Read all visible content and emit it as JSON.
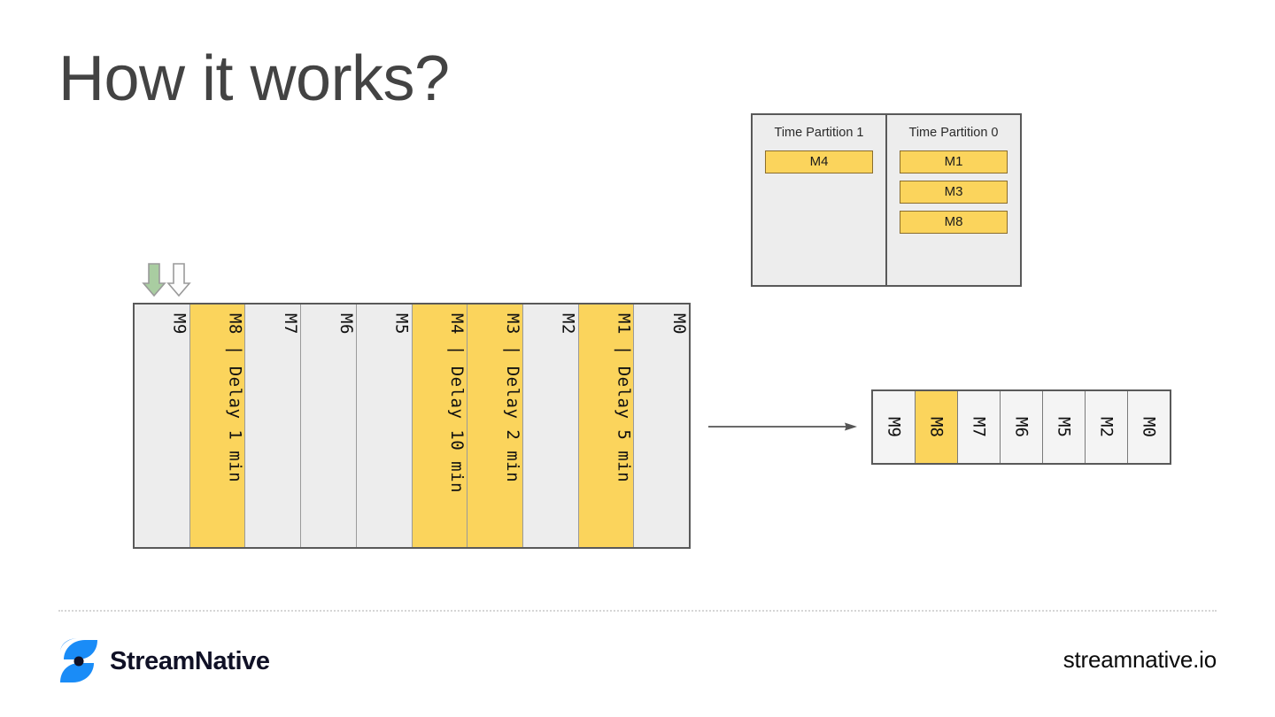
{
  "slide": {
    "title": "How it works?",
    "background_color": "#ffffff",
    "title_color": "#434343"
  },
  "colors": {
    "highlight_yellow": "#fbd45c",
    "cell_gray": "#ededed",
    "border_dark": "#595959",
    "chip_border": "#8a6d2e",
    "arrow_green": "#a9cda1",
    "brand_blue": "#1a8cf7",
    "brand_navy": "#101126"
  },
  "time_partitions": {
    "partitions": [
      {
        "title": "Time Partition 1",
        "messages": [
          "M4"
        ]
      },
      {
        "title": "Time Partition 0",
        "messages": [
          "M1",
          "M3",
          "M8"
        ]
      }
    ]
  },
  "ingress_arrows": [
    {
      "name": "arrow-green",
      "fill": "#a9cda1"
    },
    {
      "name": "arrow-white",
      "fill": "#ffffff"
    }
  ],
  "topic_strip": {
    "cells": [
      {
        "label": "M9",
        "highlight": false
      },
      {
        "label": "M8 | Delay 1 min",
        "highlight": true
      },
      {
        "label": "M7",
        "highlight": false
      },
      {
        "label": "M6",
        "highlight": false
      },
      {
        "label": "M5",
        "highlight": false
      },
      {
        "label": "M4 | Delay 10 min",
        "highlight": true
      },
      {
        "label": "M3 | Delay 2 min",
        "highlight": true
      },
      {
        "label": "M2",
        "highlight": false
      },
      {
        "label": "M1 | Delay 5 min",
        "highlight": true
      },
      {
        "label": "M0",
        "highlight": false
      }
    ]
  },
  "flow_arrow": {
    "direction": "right"
  },
  "output_queue": {
    "cells": [
      {
        "label": "M9",
        "highlight": false
      },
      {
        "label": "M8",
        "highlight": true
      },
      {
        "label": "M7",
        "highlight": false
      },
      {
        "label": "M6",
        "highlight": false
      },
      {
        "label": "M5",
        "highlight": false
      },
      {
        "label": "M2",
        "highlight": false
      },
      {
        "label": "M0",
        "highlight": false
      }
    ]
  },
  "footer": {
    "brand_name": "StreamNative",
    "url": "streamnative.io"
  }
}
